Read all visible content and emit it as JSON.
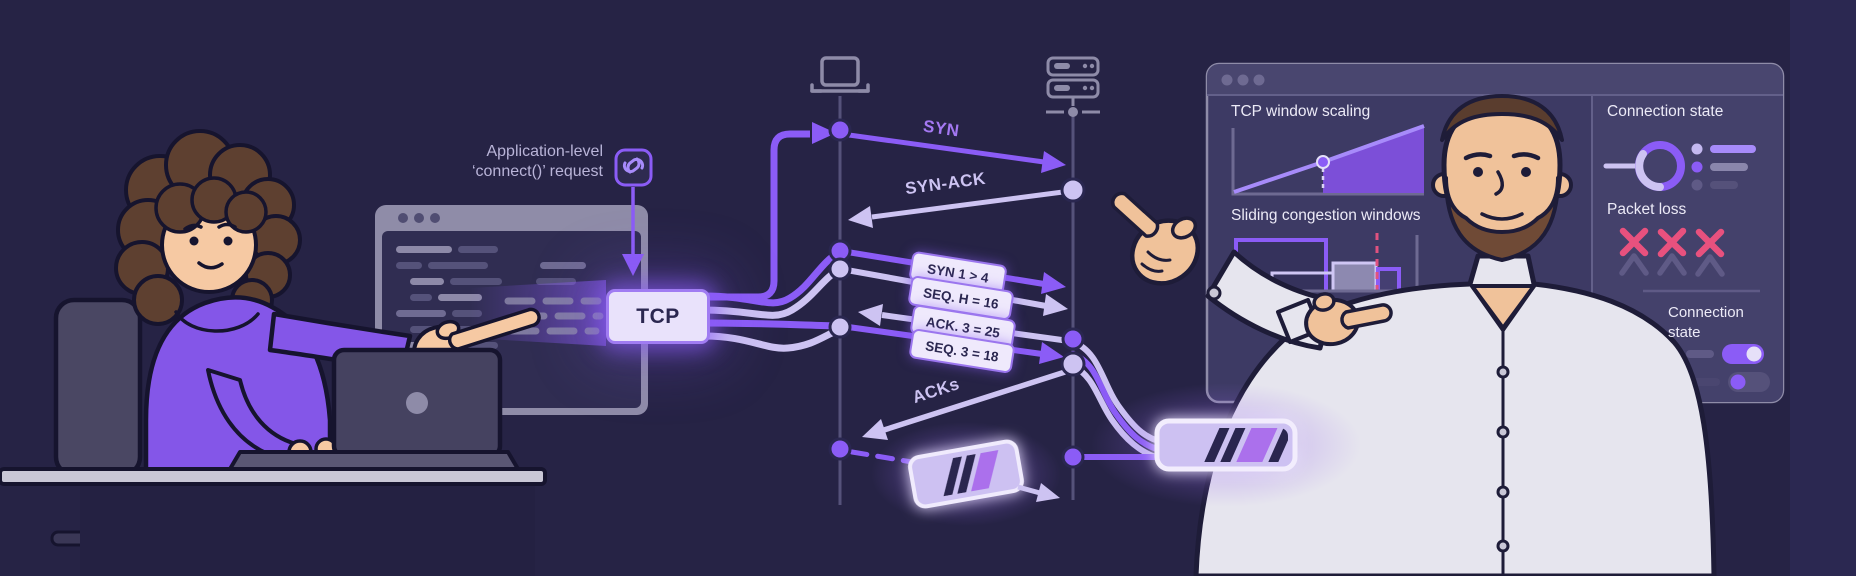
{
  "annotation": {
    "line1": "Application-level",
    "line2": "‘connect()’ request"
  },
  "tcp_box": {
    "label": "TCP"
  },
  "handshake": {
    "syn": "SYN",
    "syn_ack": "SYN-ACK",
    "acks": "ACKs"
  },
  "packets": [
    {
      "label": "SYN 1 > 4",
      "direction": "right"
    },
    {
      "label": "SEQ. H = 16",
      "direction": "right"
    },
    {
      "label": "ACK. 3 = 25",
      "direction": "left"
    },
    {
      "label": "SEQ. 3 = 18",
      "direction": "right"
    }
  ],
  "dashboard": {
    "window_scaling_title": "TCP window scaling",
    "congestion_title": "Sliding congestion windows",
    "connection_state_title": "Connection state",
    "packet_loss_title": "Packet loss",
    "packet_loss_marks": 3,
    "connection_state_lower_line1": "Connection",
    "connection_state_lower_line2": "state",
    "toggles": [
      {
        "state": "on"
      },
      {
        "state": "off"
      }
    ]
  },
  "icons": {
    "link": "link-icon",
    "client": "laptop-icon",
    "server": "server-icon",
    "gauge": "connection-gauge-icon",
    "loss": "x-mark-icon"
  },
  "colors": {
    "background": "#262345",
    "accent_purple": "#8b5cf6",
    "light_lavender": "#cdc3f2",
    "pill_fill": "#efe9fc",
    "pink": "#e8517e",
    "window_border": "#8f8ca8",
    "panel_fill": "#3d3a64",
    "text_light": "#eceaf7",
    "hoodie_purple": "#8456e8",
    "skin": "#f6c9a3",
    "shirt": "#e6e5ee"
  }
}
